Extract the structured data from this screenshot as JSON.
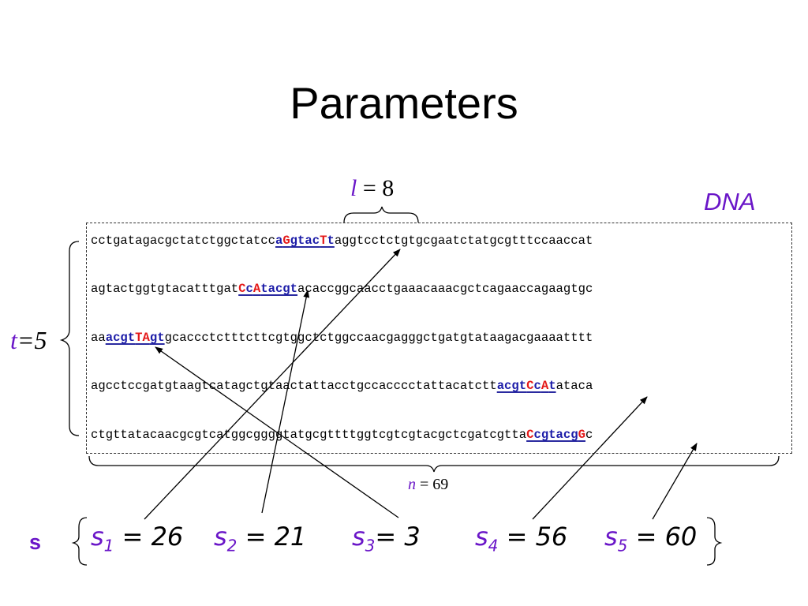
{
  "title": "Parameters",
  "dna_label": "DNA",
  "l_label": {
    "var": "l",
    "rest": " = 8"
  },
  "n_label": {
    "var": "n",
    "rest": " = 69"
  },
  "t_label": "t=5",
  "sequences": [
    {
      "pre": "cctgatagacgctatctggctatcc",
      "motif": [
        [
          "a",
          "b"
        ],
        [
          "G",
          "r"
        ],
        [
          "gtac",
          "b"
        ],
        [
          "T",
          "r"
        ],
        [
          "t",
          "b"
        ]
      ],
      "post": "aggtcctctgtgcgaatctatgcgtttccaaccat"
    },
    {
      "pre": "agtactggtgtacatttgat",
      "motif": [
        [
          "C",
          "r"
        ],
        [
          "c",
          "b"
        ],
        [
          "A",
          "r"
        ],
        [
          "tacgt",
          "b"
        ]
      ],
      "post": "acaccggcaacctgaaacaaacgctcagaaccagaagtgc"
    },
    {
      "pre": "aa",
      "motif": [
        [
          "acgt",
          "b"
        ],
        [
          "TA",
          "r"
        ],
        [
          "gt",
          "b"
        ]
      ],
      "post": "gcaccctctttcttcgtggctctggccaacgagggctgatgtataagacgaaaatttt"
    },
    {
      "pre": "agcctccgatgtaagtcatagctgtaactattacctgccacccctattacatctt",
      "motif": [
        [
          "acgt",
          "b"
        ],
        [
          "C",
          "r"
        ],
        [
          "c",
          "b"
        ],
        [
          "A",
          "r"
        ],
        [
          "t",
          "b"
        ]
      ],
      "post": "ataca"
    },
    {
      "pre": "ctgttatacaacgcgtcatggcggggtatgcgttttggtcgtcgtacgctcgatcgtta",
      "motif": [
        [
          "C",
          "r"
        ],
        [
          "cgtacg",
          "b"
        ],
        [
          "G",
          "r"
        ]
      ],
      "post": "c"
    }
  ],
  "s_label": "s",
  "starts": [
    {
      "name": "s",
      "sub": "1",
      "text": " = 26",
      "value": 26
    },
    {
      "name": "s",
      "sub": "2",
      "text": " = 21",
      "value": 21
    },
    {
      "name": "s",
      "sub": "3",
      "text": "= 3",
      "value": 3
    },
    {
      "name": "s",
      "sub": "4",
      "text": " = 56",
      "value": 56
    },
    {
      "name": "s",
      "sub": "5",
      "text": " = 60",
      "value": 60
    }
  ],
  "colors": {
    "purple": "#6a16c8",
    "blue": "#1c1ca8",
    "red": "#e41a1a"
  }
}
